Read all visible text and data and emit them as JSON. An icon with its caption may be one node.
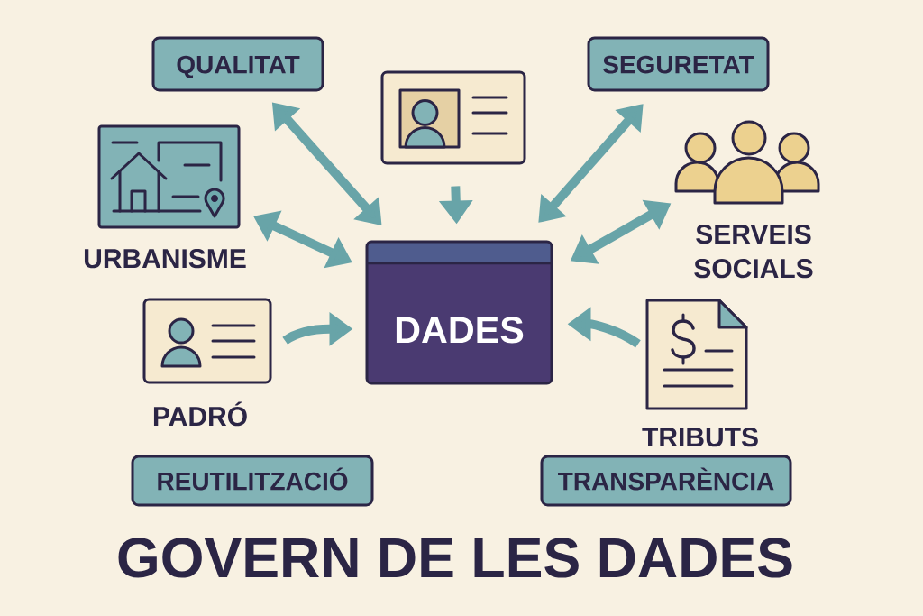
{
  "diagram": {
    "title": "GOVERN DE LES DADES",
    "nodes": [
      {
        "text": [
          "QUALITAT"
        ]
      },
      {
        "text": [],
        "shape": "picture"
      },
      {
        "text": [
          "SEGURETAT"
        ]
      },
      {
        "text": [
          "URBANISME"
        ]
      },
      {
        "text": [
          "SERVEIS SOCIALS"
        ]
      },
      {
        "text": [
          "DADES"
        ]
      },
      {
        "text": [
          "PADRÓ"
        ]
      },
      {
        "text": [
          "TRIBUTS"
        ]
      },
      {
        "text": [
          "REUTILITZACIÓ"
        ]
      },
      {
        "text": [
          "TRANSPARÈNCIA"
        ]
      }
    ],
    "edges": [
      {
        "from": 0,
        "to": 5,
        "arrow": "both"
      },
      {
        "from": 1,
        "to": 5,
        "arrow": "to"
      },
      {
        "from": 2,
        "to": 5,
        "arrow": "both"
      },
      {
        "from": 3,
        "to": 5,
        "arrow": "both"
      },
      {
        "from": 4,
        "to": 5,
        "arrow": "both"
      },
      {
        "from": 6,
        "to": 5,
        "arrow": "to"
      },
      {
        "from": 7,
        "to": 5,
        "arrow": "to"
      }
    ]
  }
}
